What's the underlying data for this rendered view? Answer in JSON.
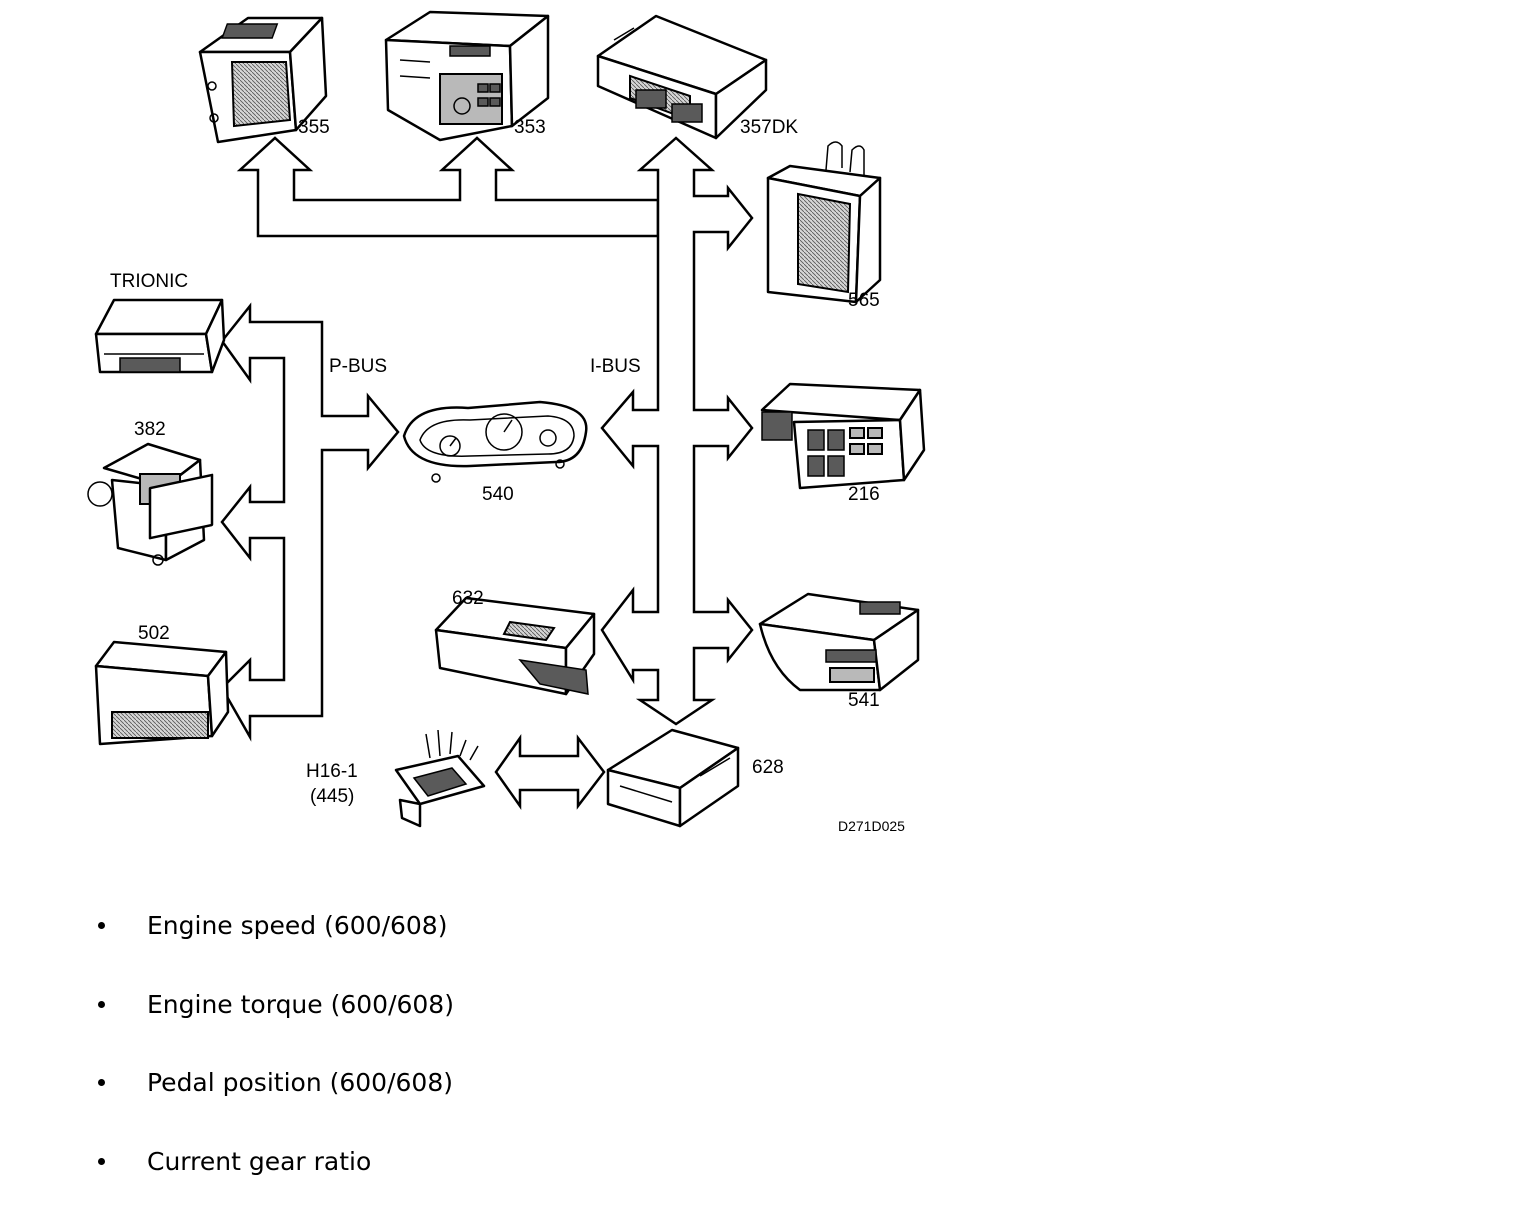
{
  "diagram": {
    "bus_labels": {
      "p_bus": "P-BUS",
      "i_bus": "I-BUS"
    },
    "components": {
      "c355": "355",
      "c353": "353",
      "c357dk": "357DK",
      "c565": "565",
      "trionic": "TRIONIC",
      "c382": "382",
      "c502": "502",
      "c540": "540",
      "c216": "216",
      "c632": "632",
      "c541": "541",
      "c628": "628",
      "h16_1": "H16-1",
      "c445": "(445)"
    },
    "figure_code": "D271D025"
  },
  "bullets": [
    "Engine speed (600/608)",
    "Engine torque (600/608)",
    "Pedal position (600/608)",
    "Current gear ratio"
  ]
}
